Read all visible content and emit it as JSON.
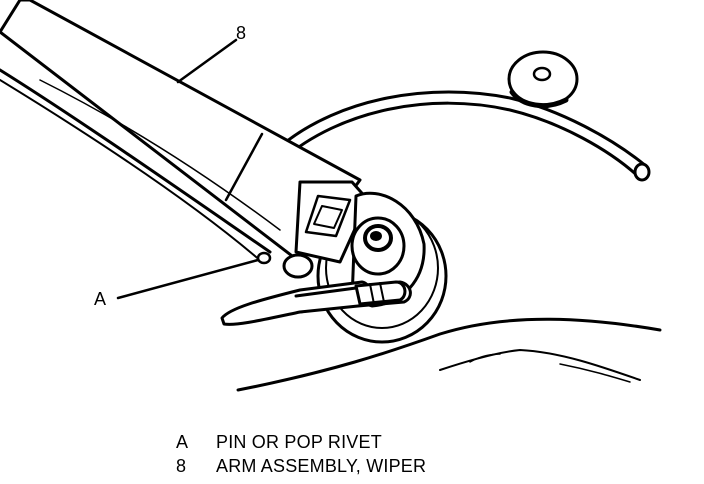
{
  "callouts": {
    "arm": "8",
    "pin": "A"
  },
  "legend": [
    {
      "key": "A",
      "text": "PIN OR POP RIVET"
    },
    {
      "key": "8",
      "text": "ARM ASSEMBLY, WIPER"
    }
  ]
}
